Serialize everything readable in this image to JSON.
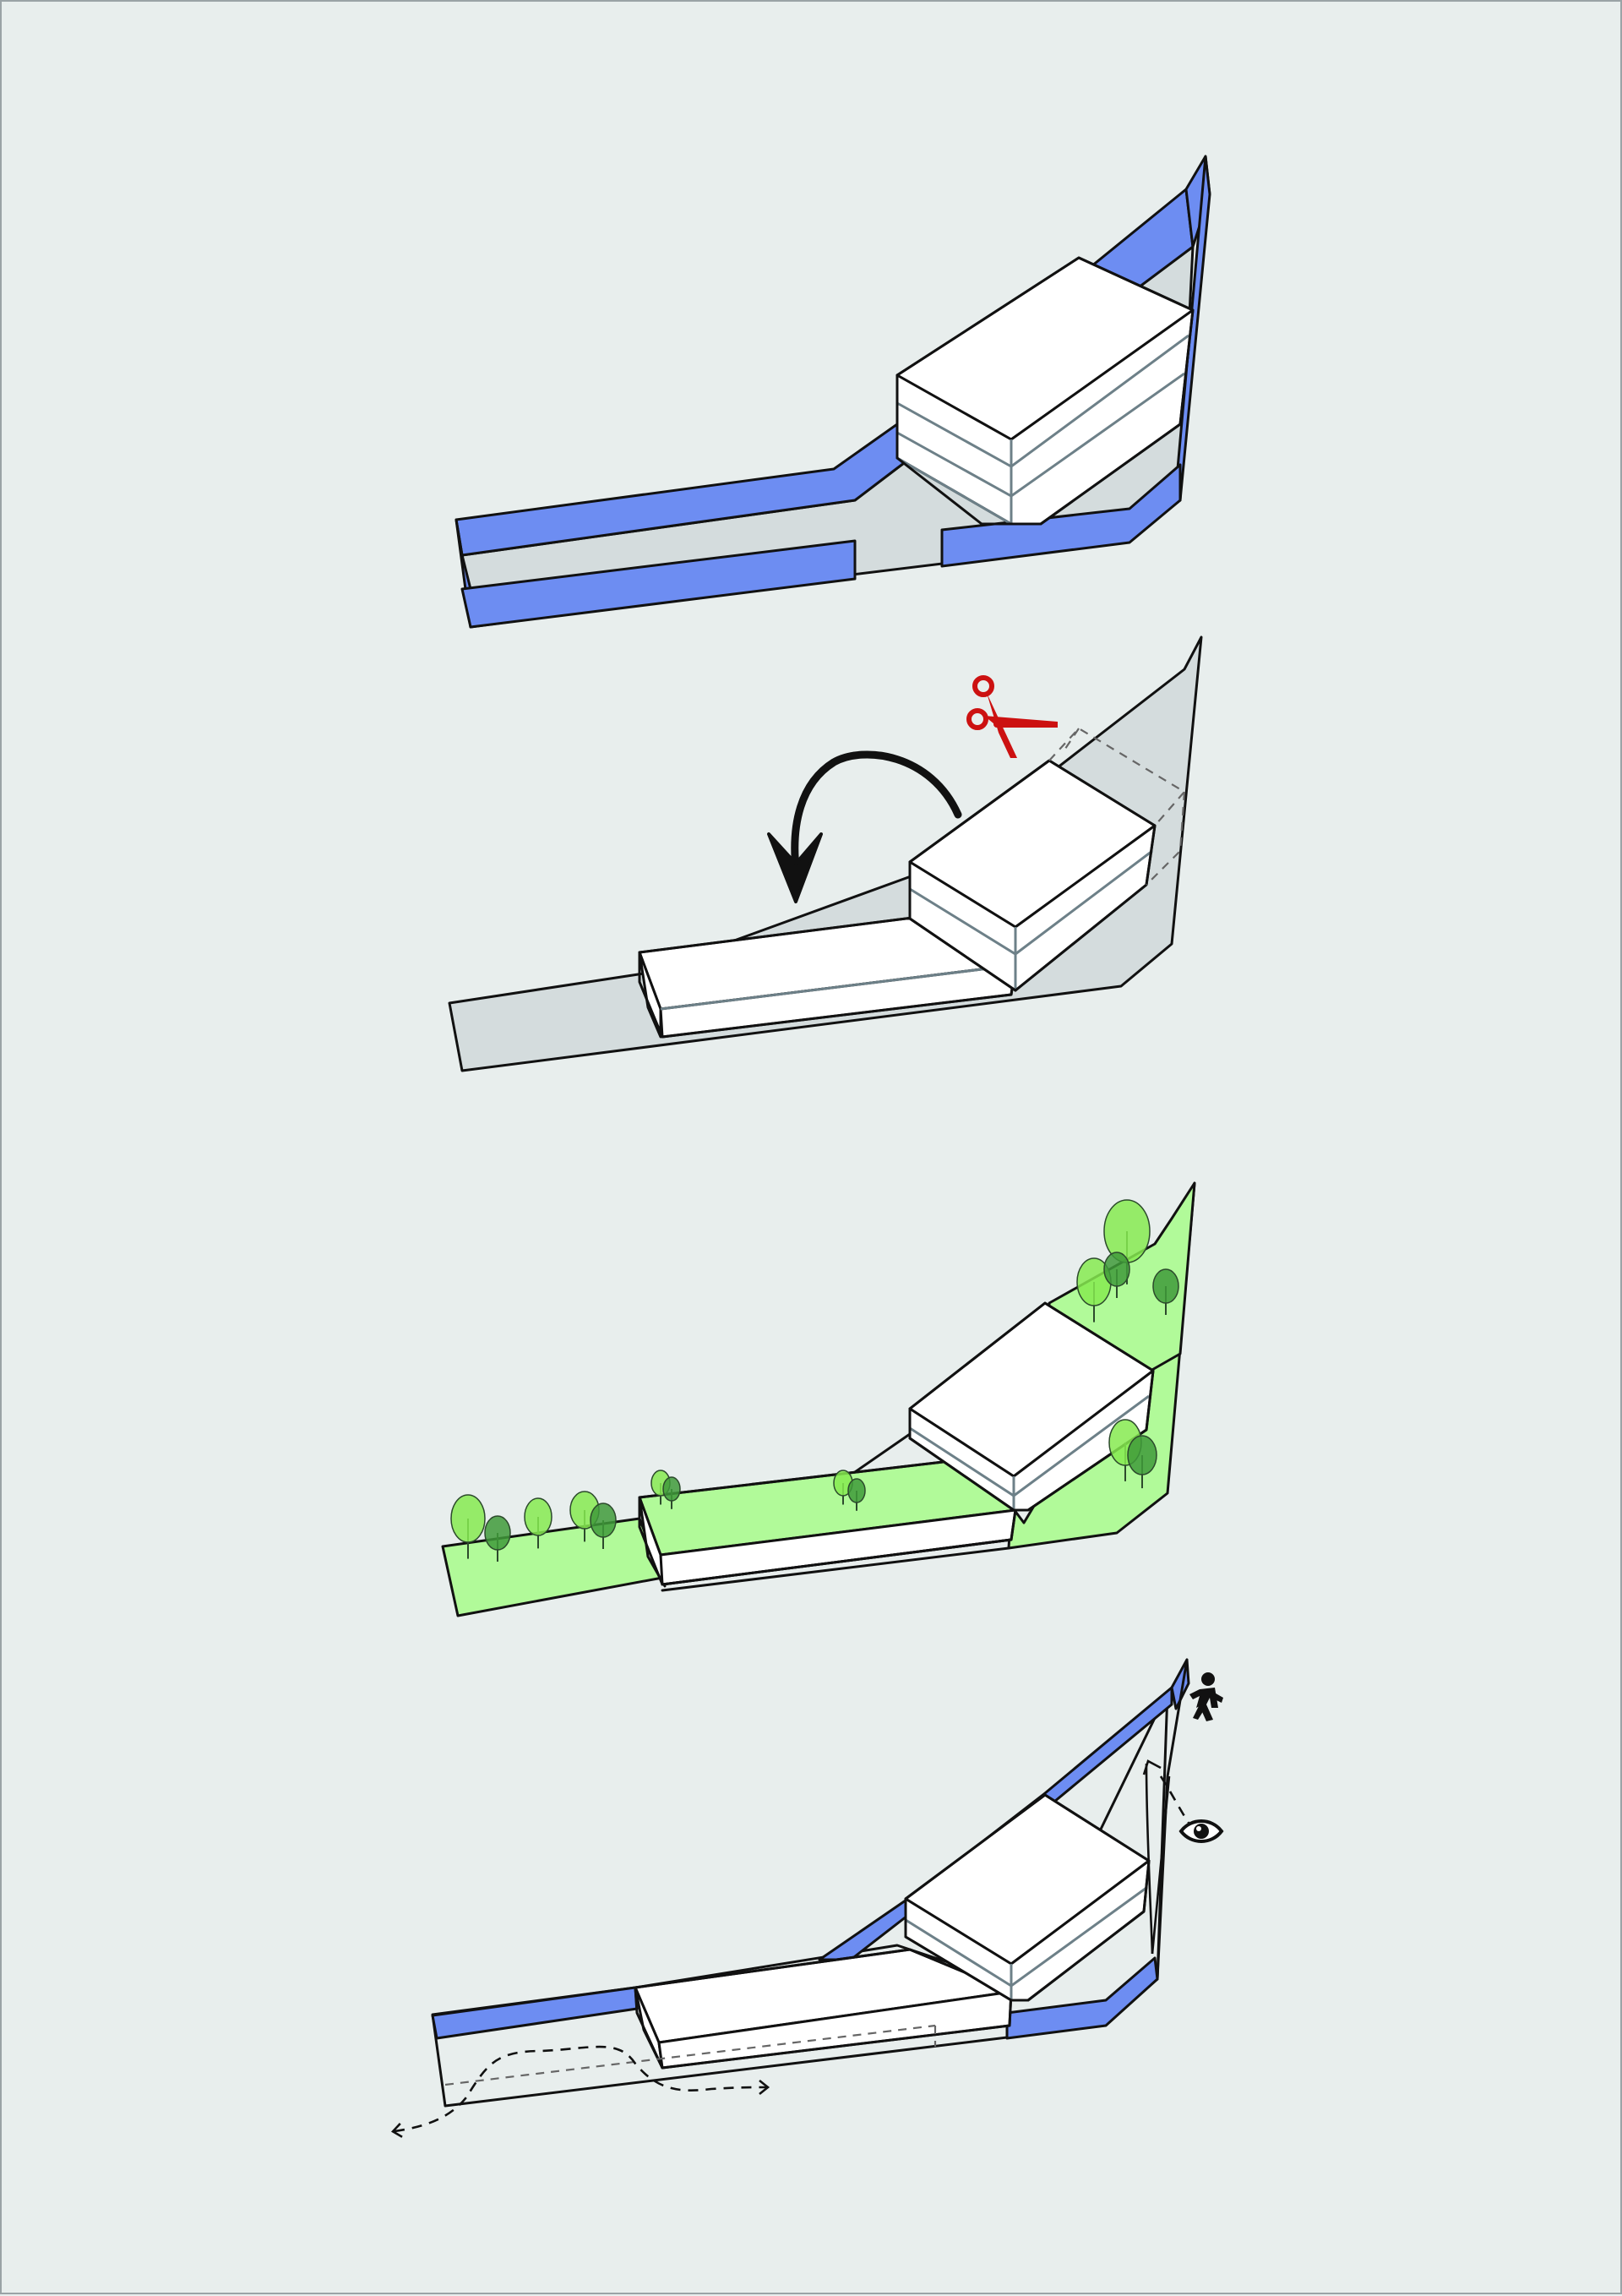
{
  "colors": {
    "background": "#e8eeed",
    "water_blue": "#6d8df2",
    "ground_grey": "#d4dcdd",
    "green_roof": "#b1fa99",
    "building": "#ffffff",
    "outline": "#111111",
    "floor_line": "#6d8088",
    "scissors_red": "#cc1111",
    "tree_light": "#86ea50",
    "tree_dark": "#3f9a3a"
  },
  "panels": [
    {
      "name": "site-with-building-block",
      "icons": []
    },
    {
      "name": "cut-and-fold-volume",
      "icons": [
        "scissors-icon",
        "curved-arrow-icon"
      ]
    },
    {
      "name": "green-roof-and-trees",
      "icons": [
        "tree-icon"
      ]
    },
    {
      "name": "circulation-and-views",
      "icons": [
        "walking-person-icon",
        "eye-icon",
        "dashed-path-arrow-icon"
      ]
    }
  ]
}
